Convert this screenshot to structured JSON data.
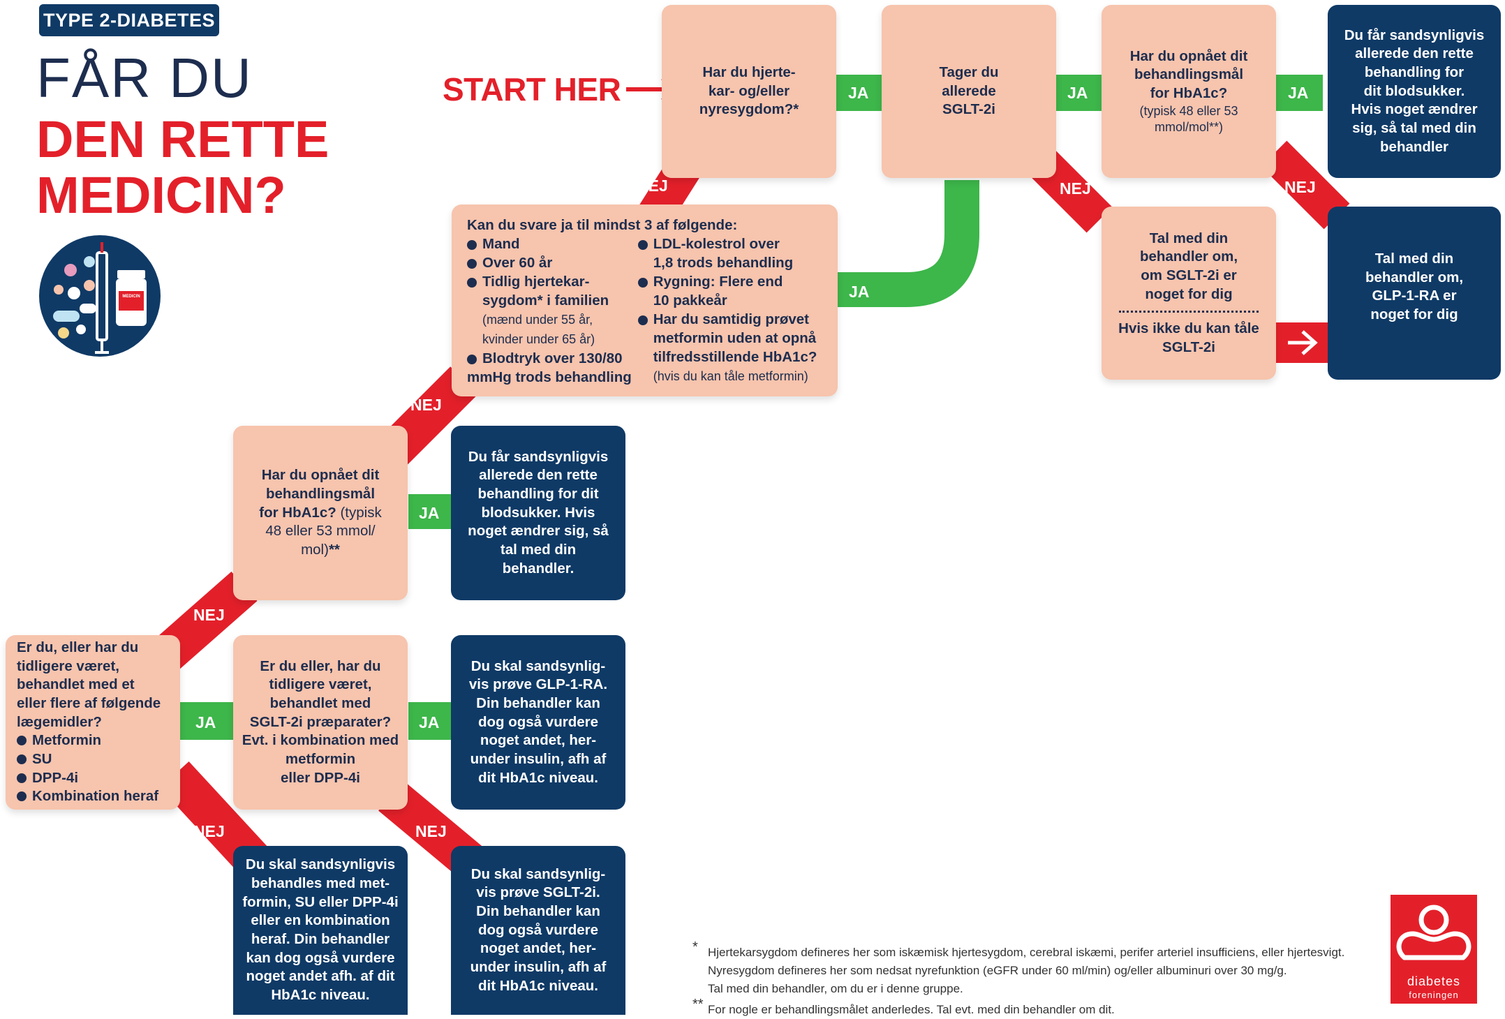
{
  "header": {
    "badge": "TYPE 2-DIABETES",
    "title_line1": "FÅR DU",
    "title_line2": "DEN RETTE",
    "title_line3": "MEDICIN?",
    "icon_bottle_label": "MEDICIN"
  },
  "start_label": "START HER",
  "labels": {
    "yes": "JA",
    "no": "NEJ"
  },
  "nodes": {
    "q1": [
      "Har du hjerte-",
      "kar- og/eller",
      "nyresygdom?*"
    ],
    "q2": [
      "Tager du",
      "allerede",
      "SGLT-2i"
    ],
    "q3": {
      "bold": [
        "Har du opnået dit",
        "behandlingsmål",
        "for HbA1c?"
      ],
      "light": [
        "(typisk 48 eller 53",
        "mmol/mol**)"
      ]
    },
    "r1": [
      "Du får sandsynligvis",
      "allerede den rette",
      "behandling for",
      "dit blodsukker.",
      "Hvis noget ændrer",
      "sig, så tal med din",
      "behandler"
    ],
    "q4": {
      "intro": "Kan du svare ja til mindst 3 af følgende:",
      "col1": [
        {
          "lines": [
            "Mand"
          ]
        },
        {
          "lines": [
            "Over 60 år"
          ]
        },
        {
          "lines": [
            "Tidlig hjertekar-",
            "sygdom* i familien"
          ],
          "light": [
            "(mænd under 55 år,",
            "kvinder under 65 år)"
          ]
        },
        {
          "lines": [
            "Blodtryk over 130/80",
            "mmHg trods behandling"
          ]
        }
      ],
      "col2": [
        {
          "lines": [
            "LDL-kolestrol over",
            "1,8 trods behandling"
          ]
        },
        {
          "lines": [
            "Rygning: Flere end",
            "10 pakkeår"
          ]
        },
        {
          "lines": [
            "Har du samtidig prøvet",
            "metformin uden at opnå",
            "tilfredsstillende HbA1c?"
          ],
          "light": [
            "(hvis du kan tåle metformin)"
          ]
        }
      ]
    },
    "q5": {
      "top": [
        "Tal med din",
        "behandler om,",
        "om SGLT-2i er",
        "noget for dig"
      ],
      "bottom": [
        "Hvis ikke du kan tåle",
        "SGLT-2i"
      ]
    },
    "r2": [
      "Tal med din",
      "behandler om,",
      "GLP-1-RA er",
      "noget for dig"
    ],
    "q6": {
      "bold": [
        "Har du opnået dit",
        "behandlingsmål",
        "for HbA1c?"
      ],
      "light_inline": " (typisk",
      "light": [
        "48 eller 53 mmol/",
        "mol)"
      ],
      "tail": "**"
    },
    "r3": [
      "Du får sandsynligvis",
      "allerede den rette",
      "behandling for dit",
      "blodsukker. Hvis",
      "noget ændrer sig, så",
      "tal med din",
      "behandler."
    ],
    "q7": {
      "lines": [
        "Er du, eller har du",
        "tidligere været,",
        "behandlet med et",
        "eller flere af følgende",
        "lægemidler?"
      ],
      "bullets": [
        "Metformin",
        "SU",
        "DPP-4i",
        "Kombination heraf"
      ]
    },
    "q8": [
      "Er du eller, har du",
      "tidligere været,",
      "behandlet med",
      "SGLT-2i præparater?",
      "Evt. i kombination med",
      "metformin",
      "eller DPP-4i"
    ],
    "r4": [
      "Du skal sandsynlig-",
      "vis prøve GLP-1-RA.",
      "Din behandler kan",
      "dog også vurdere",
      "noget andet, her-",
      "under insulin, afh af",
      "dit HbA1c niveau."
    ],
    "r5": [
      "Du skal sandsynligvis",
      "behandles med met-",
      "formin, SU eller DPP-4i",
      "eller en kombination",
      "heraf. Din behandler",
      "kan dog også vurdere",
      "noget andet afh. af dit",
      "HbA1c niveau."
    ],
    "r6": [
      "Du skal sandsynlig-",
      "vis prøve SGLT-2i.",
      "Din behandler kan",
      "dog også vurdere",
      "noget andet, her-",
      "under insulin, afh af",
      "dit HbA1c niveau."
    ]
  },
  "footnotes": {
    "star_mark": "*",
    "star": [
      "Hjertekarsygdom defineres her som iskæmisk hjertesygdom, cerebral iskæmi, perifer arteriel insufficiens, eller hjertesvigt.",
      "Nyresygdom defineres her som nedsat nyrefunktion (eGFR under 60 ml/min) og/eller albuminuri over 30 mg/g.",
      "Tal med din behandler, om du er i denne gruppe."
    ],
    "dstar_mark": "**",
    "dstar": "For nogle er behandlingsmålet anderledes. Tal evt. med din behandler om dit."
  },
  "logo": {
    "line1": "diabetes",
    "line2": "foreningen"
  },
  "colors": {
    "red": "#e3202a",
    "green": "#3db64a",
    "navy": "#0f3a66",
    "peach": "#f7c4ad",
    "text": "#1d2d4f"
  }
}
